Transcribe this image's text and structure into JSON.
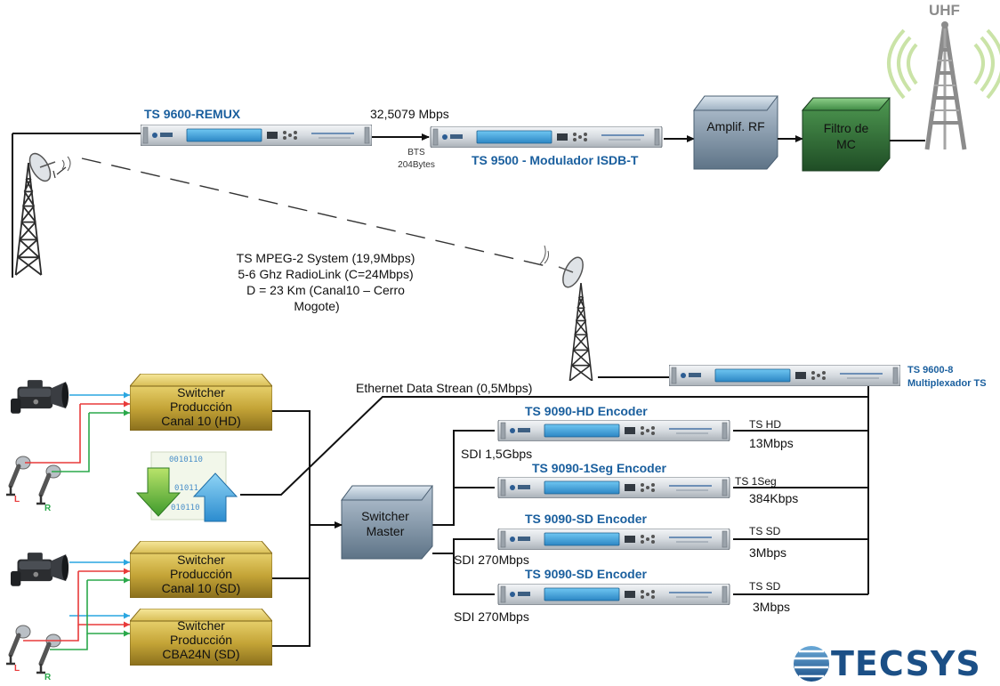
{
  "top": {
    "remux_name": "TS 9600-REMUX",
    "rate_label": "32,5079 Mbps",
    "bts_label": "BTS",
    "bytes_label": "204Bytes",
    "modulator_name": "TS 9500 - Modulador ISDB-T",
    "amplifier_label": "Amplif. RF",
    "filter_label_1": "Filtro de",
    "filter_label_2": "MC",
    "uhf_label": "UHF"
  },
  "link": {
    "line1": "TS MPEG-2 System (19,9Mbps)",
    "line2": "5-6 Ghz RadioLink (C=24Mbps)",
    "line3": "D = 23 Km (Canal10 – Cerro",
    "line4": "Mogote)"
  },
  "mux": {
    "name_1": "TS 9600-8",
    "name_2": "Multiplexador TS",
    "ethernet_label": "Ethernet Data Strean (0,5Mbps)"
  },
  "encoders": [
    {
      "name": "TS 9090-HD Encoder",
      "out_label": "TS HD",
      "rate": "13Mbps"
    },
    {
      "name": "TS 9090-1Seg Encoder",
      "out_label": "TS 1Seg",
      "rate": "384Kbps"
    },
    {
      "name": "TS 9090-SD Encoder",
      "out_label": "TS SD",
      "rate": "3Mbps"
    },
    {
      "name": "TS 9090-SD Encoder",
      "out_label": "TS SD",
      "rate": "3Mbps"
    }
  ],
  "sdi": {
    "hd": "SDI 1,5Gbps",
    "sd_1": "SDI 270Mbps",
    "sd_2": "SDI 270Mbps"
  },
  "switchers": [
    {
      "line1": "Switcher",
      "line2": "Producción",
      "line3": "Canal 10 (HD)"
    },
    {
      "line1": "Switcher",
      "line2": "Producción",
      "line3": "Canal 10 (SD)"
    },
    {
      "line1": "Switcher",
      "line2": "Producción",
      "line3": "CBA24N (SD)"
    }
  ],
  "master": {
    "line1": "Switcher",
    "line2": "Master"
  },
  "mics": {
    "left": "L",
    "right": "R"
  },
  "data_icon": {
    "binary_1": "0010110",
    "binary_2": "01011",
    "binary_3": "010110"
  },
  "logo": {
    "text": "TECSYS"
  },
  "colors": {
    "title_blue": "#1a5f9e",
    "switcher_gold": "#b99a2c",
    "amplifier_blue": "#7d93a8",
    "filter_green": "#2f6a35",
    "video_blue": "#2aa6e0",
    "audio_red": "#e83a3a",
    "audio_green": "#2aa84a"
  }
}
